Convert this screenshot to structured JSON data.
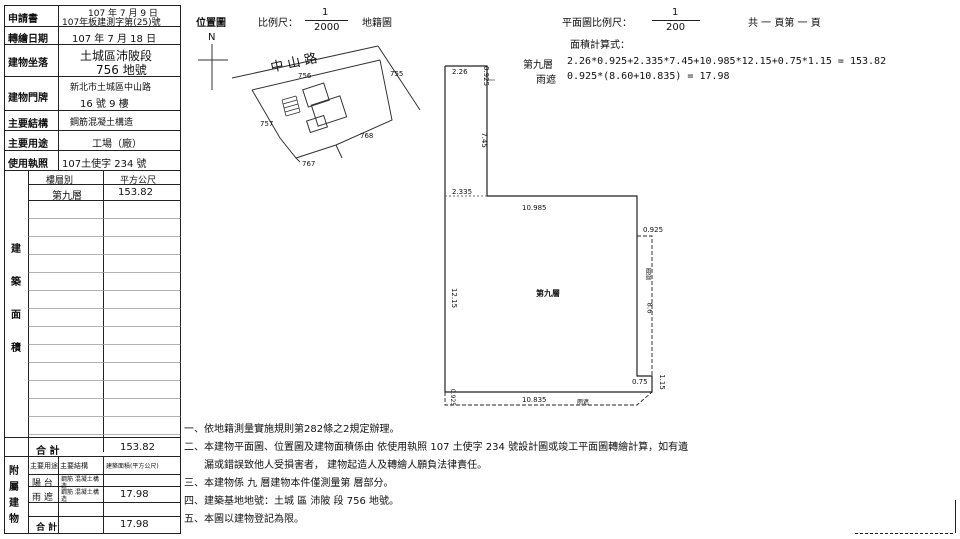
{
  "left_table": {
    "apply_label": "申請書",
    "apply_date": "107 年 7 月 9 日",
    "apply_no": "107年板建測字第(25)號",
    "transfer_label": "轉繪日期",
    "transfer_date": "107 年 7 月 18 日",
    "location_label": "建物坐落",
    "location_line1": "土城區沛陂段",
    "location_line2": "756 地號",
    "doorplate_label": "建物門牌",
    "doorplate_line1": "新北市土城區中山路",
    "doorplate_line2": "16  號  9  樓",
    "structure_label": "主要結構",
    "structure_value": "鋼筋混凝土構造",
    "use_label": "主要用途",
    "use_value": "工場（廠）",
    "license_label": "使用執照",
    "license_value": "107土使字 234 號",
    "col_floor": "樓層別",
    "col_area": "平方公尺",
    "floor_name": "第九層",
    "floor_area": "153.82",
    "vertical_label": [
      "建",
      "築",
      "面",
      "積"
    ],
    "total_label": "合    計",
    "total_value": "153.82",
    "attached_vertical": [
      "附",
      "屬",
      "建",
      "物"
    ],
    "attached_col_use": "主要用途",
    "attached_col_struct": "主要結構",
    "attached_col_area": "建築面積(平方公尺)",
    "balcony_label": "陽  台",
    "balcony_struct": "鋼筋 混凝土構造",
    "rain_label": "雨  遮",
    "rain_struct": "鋼筋 混凝土構造",
    "rain_area": "17.98",
    "attached_total_label": "合    計",
    "attached_total_value": "17.98"
  },
  "location_map": {
    "title": "位置圖",
    "scale_label": "比例尺：",
    "scale_num": "1",
    "scale_den": "2000",
    "map_type": "地籍圖",
    "north": "N",
    "road": "中 山 路",
    "lots": [
      "756",
      "755",
      "757",
      "768",
      "767"
    ]
  },
  "floor_plan": {
    "scale_label": "平面圖比例尺：",
    "scale_num": "1",
    "scale_den": "200",
    "pages": "共 一 頁第 一 頁",
    "calc_title": "面積計算式：",
    "calc_floor_label": "第九層",
    "calc_floor_expr": "2.26*0.925+2.335*7.45+10.985*12.15+0.75*1.15 = 153.82",
    "calc_rain_label": "雨遮",
    "calc_rain_expr": "0.925*(8.60+10.835) = 17.98",
    "dims": {
      "top_width": "2.26",
      "top_side": "0.925",
      "upper_height": "7.45",
      "step_width": "2.335",
      "mid_width": "10.985",
      "right_offset": "0.925",
      "left_height": "12.15",
      "right_height": "8.6",
      "corner_w": "0.75",
      "corner_h": "1.15",
      "bottom_width": "10.835",
      "bottom_side": "0.925"
    },
    "room_label": "第九層",
    "rain_label_right": "雨遮",
    "rain_label_bottom": "雨遮"
  },
  "notes": [
    "一、依地籍測量實施規則第282條之2規定辦理。",
    "二、本建物平面圖、位置圖及建物面積係由            依使用執照 107 土使字 234 號設計圖或竣工平面圖轉繪計算，如有遺",
    "漏或錯誤致他人受損害者，  建物起造人及轉繪人願負法律責任。",
    "三、本建物係 九 層建物本件僅測量第              層部分。",
    "四、建築基地地號：土城 區 沛陂 段 756 地號。",
    "五、本圖以建物登記為限。"
  ]
}
